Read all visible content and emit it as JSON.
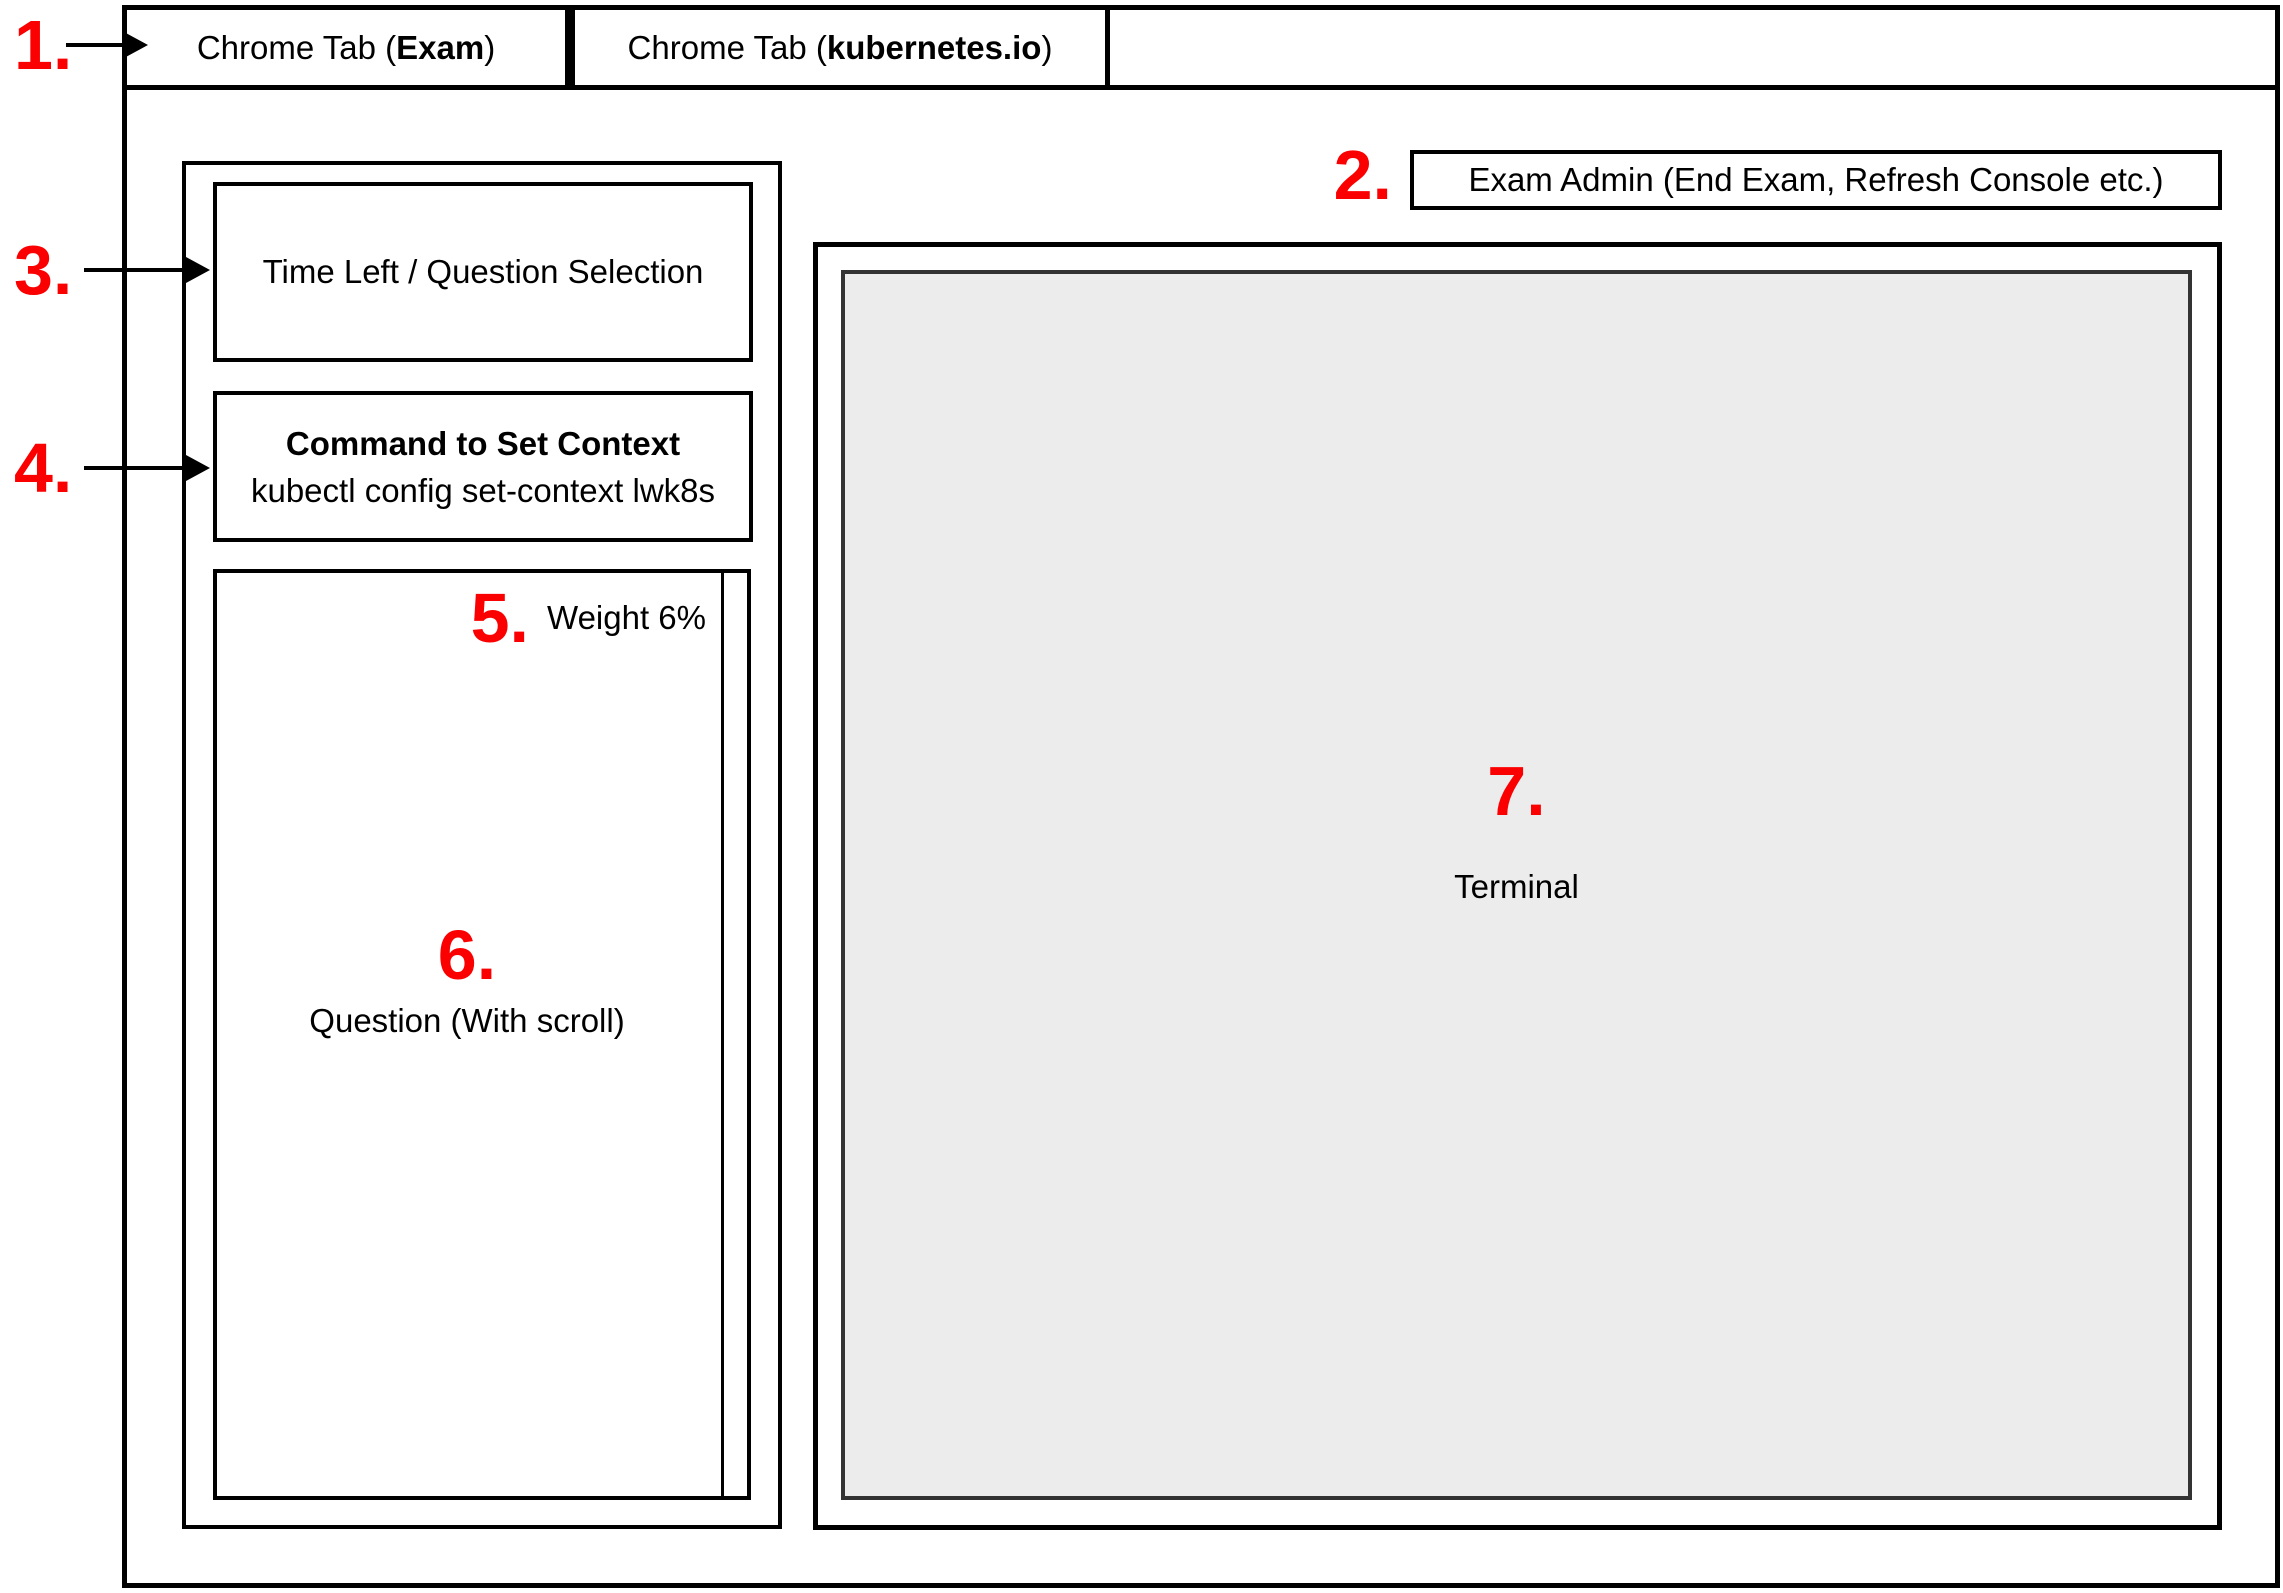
{
  "window": {
    "tabs": [
      {
        "prefix": "Chrome Tab (",
        "emphasis": "Exam",
        "suffix": ")"
      },
      {
        "prefix": "Chrome Tab (",
        "emphasis": "kubernetes.io",
        "suffix": ")"
      }
    ]
  },
  "callouts": {
    "n1": "1.",
    "n2": "2.",
    "n3": "3.",
    "n4": "4.",
    "n5": "5.",
    "n6": "6.",
    "n7": "7."
  },
  "exam_admin": {
    "label": "Exam Admin (End Exam, Refresh Console etc.)"
  },
  "sidebar": {
    "time_left": {
      "label": "Time Left / Question Selection"
    },
    "set_context": {
      "title": "Command to Set Context",
      "command": "kubectl config set-context lwk8s"
    },
    "question": {
      "weight_label": "Weight 6%",
      "body_label": "Question (With scroll)"
    }
  },
  "terminal": {
    "label": "Terminal"
  },
  "colors": {
    "annotation_red": "#fb0000",
    "line_black": "#000000",
    "terminal_fill": "#ececec",
    "terminal_border": "#333333"
  }
}
